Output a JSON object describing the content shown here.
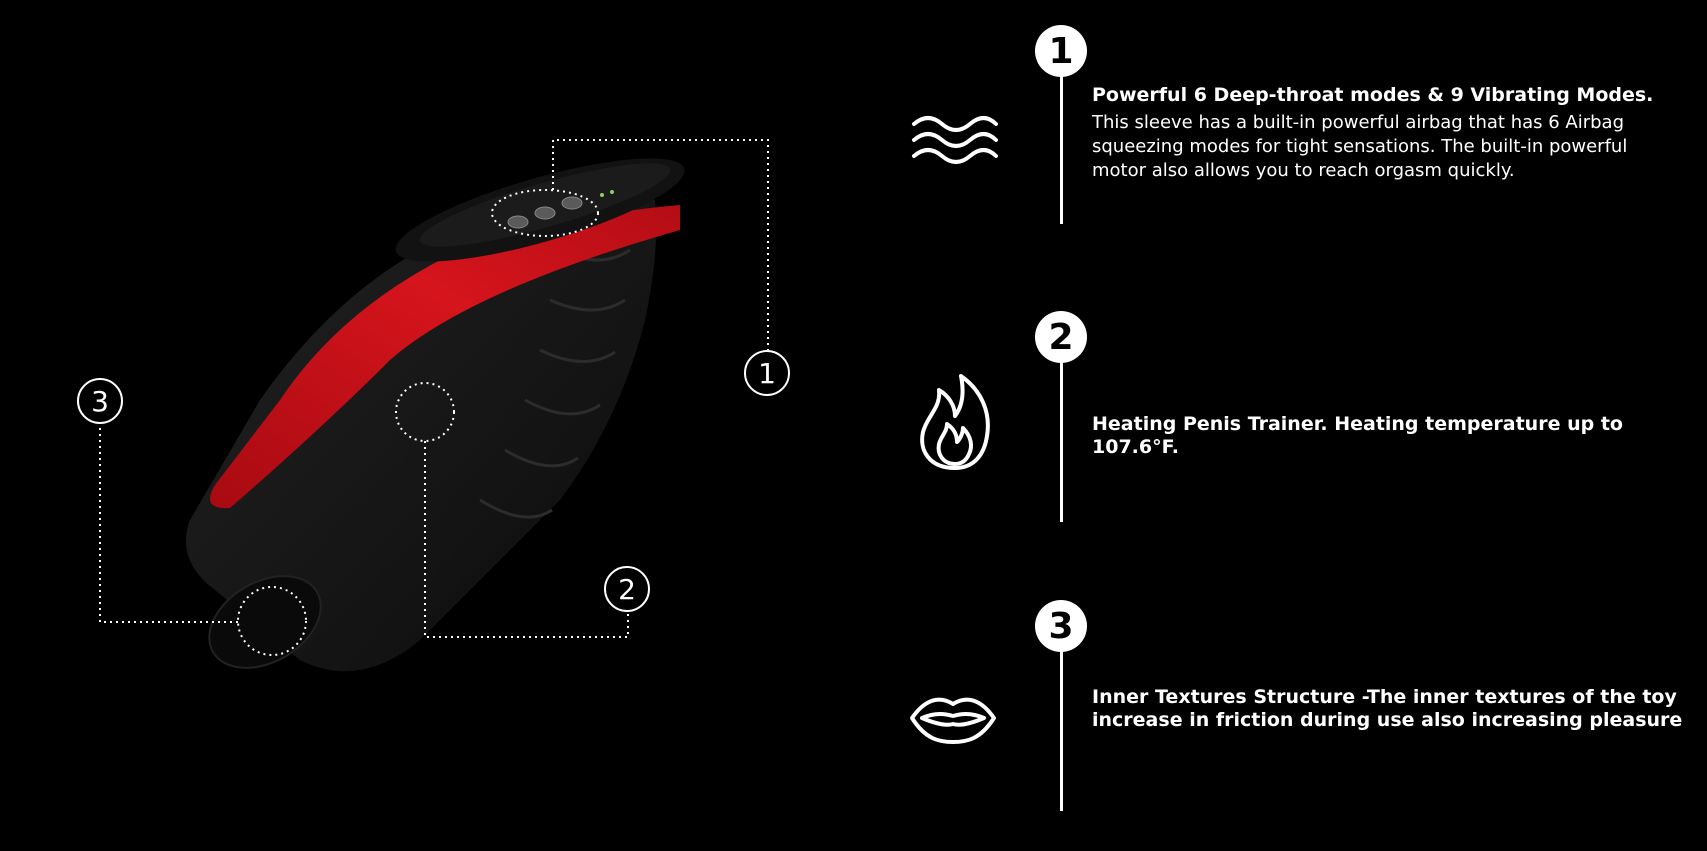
{
  "callouts": {
    "one": "1",
    "two": "2",
    "three": "3"
  },
  "features": [
    {
      "number": "1",
      "icon": "waves-icon",
      "title": "Powerful 6 Deep-throat modes & 9 Vibrating Modes.",
      "description_lines": [
        "This sleeve has a built-in powerful airbag that has 6 Airbag",
        "squeezing modes for tight sensations. The built-in powerful",
        "motor also allows you to reach orgasm quickly."
      ]
    },
    {
      "number": "2",
      "icon": "flame-icon",
      "title_lines": [
        "Heating Penis Trainer. Heating temperature up to",
        "107.6°F."
      ]
    },
    {
      "number": "3",
      "icon": "lips-icon",
      "title_lines": [
        "Inner Textures Structure -The inner textures of the toy",
        "increase in friction during use also increasing pleasure"
      ]
    }
  ],
  "colors": {
    "background": "#000000",
    "accent_red": "#c8101a",
    "body_black": "#151515",
    "text": "#ffffff"
  }
}
